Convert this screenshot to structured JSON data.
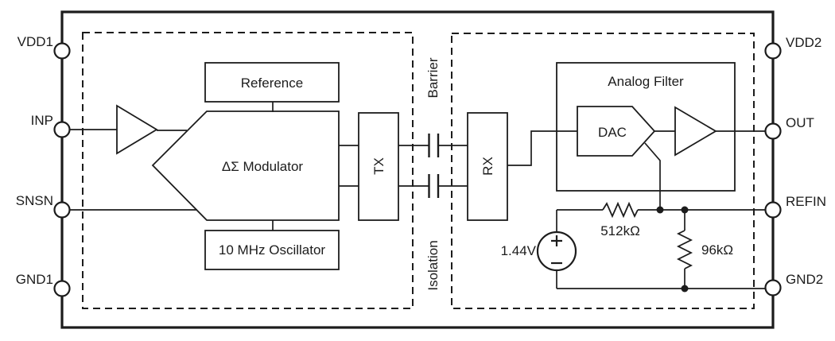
{
  "pins": {
    "left": [
      "VDD1",
      "INP",
      "SNSN",
      "GND1"
    ],
    "right": [
      "VDD2",
      "OUT",
      "REFIN",
      "GND2"
    ]
  },
  "blocks": {
    "reference": "Reference",
    "modulator": "ΔΣ Modulator",
    "oscillator": "10 MHz Oscillator",
    "tx": "TX",
    "rx": "RX",
    "analog_filter": "Analog Filter",
    "dac": "DAC"
  },
  "barrier": {
    "top_label": "Barrier",
    "bottom_label": "Isolation"
  },
  "components": {
    "voltage_source": "1.44V",
    "series_resistor": "512kΩ",
    "shunt_resistor": "96kΩ"
  },
  "colors": {
    "line": "#1c1c1c",
    "background": "#ffffff"
  }
}
